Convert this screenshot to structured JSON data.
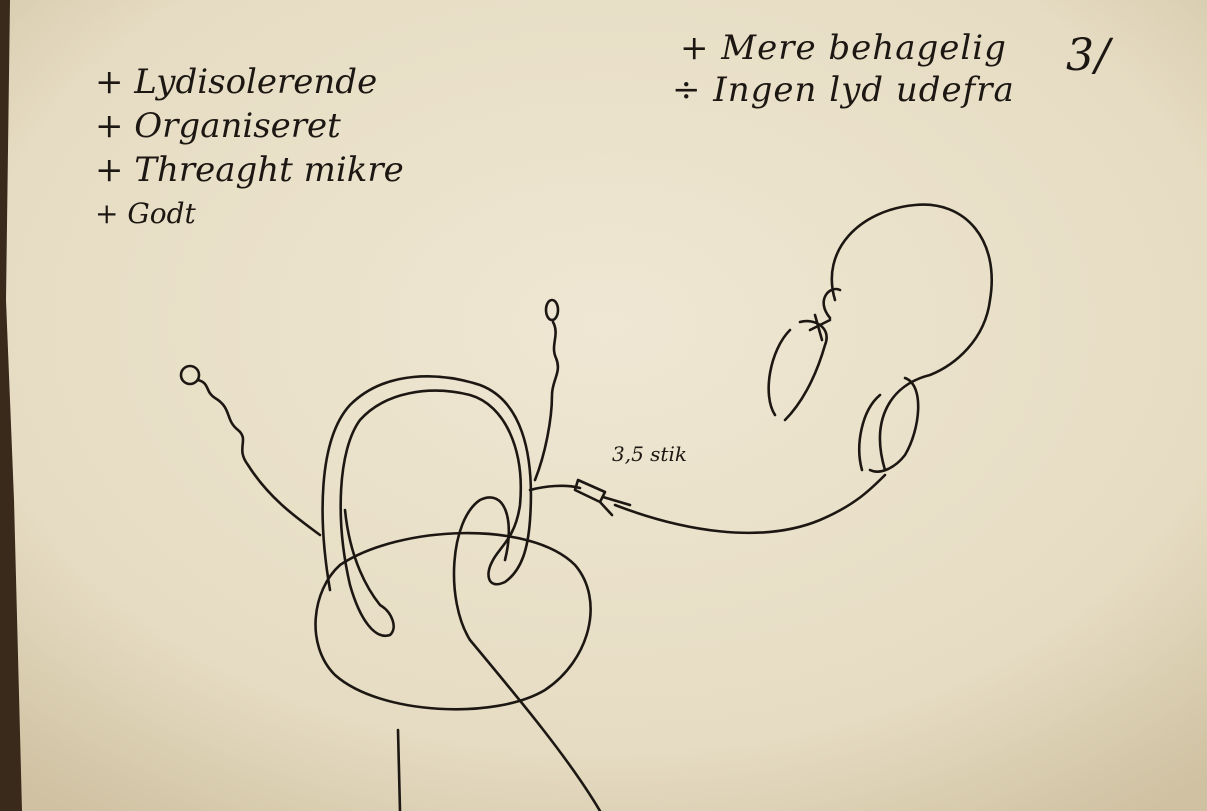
{
  "pros": [
    "+ Lydisolerende",
    "+ Organiseret",
    "+ Threaght mikre",
    "+ Godt"
  ],
  "notes": {
    "line1": "+ Mere behagelig",
    "line2": "÷ Ingen lyd udefra"
  },
  "page_number": "3/",
  "jack_label": "3,5 stik",
  "colors": {
    "paper": "#ece4cf",
    "ink": "#1c1712",
    "table_edge": "#3a2a1c"
  }
}
